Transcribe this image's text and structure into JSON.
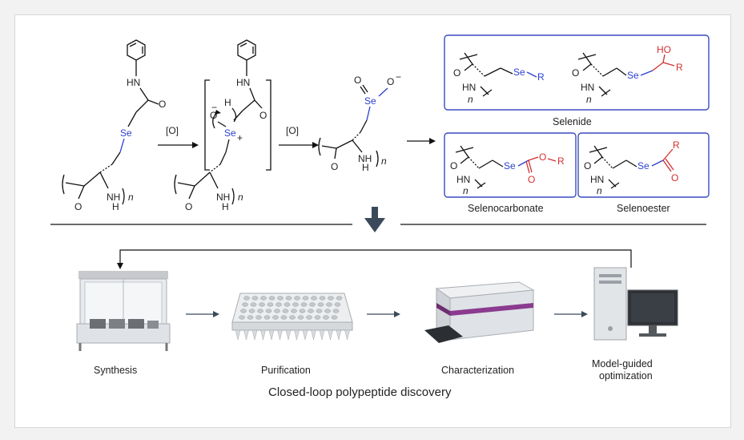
{
  "reagents": {
    "oxidant_1": "[O]",
    "oxidant_2": "[O]"
  },
  "atoms": {
    "se": "Se",
    "se_plus": "Se",
    "plus": "+",
    "hn": "HN",
    "nh": "NH",
    "h": "H",
    "n": "n",
    "o": "O",
    "o_minus": "O",
    "minus": "−",
    "r": "R",
    "ho": "HO"
  },
  "classes": {
    "selenide": "Selenide",
    "selenocarbonate": "Selenocarbonate",
    "selenoester": "Selenoester"
  },
  "workflow": {
    "steps": [
      {
        "label": "Synthesis"
      },
      {
        "label": "Purification"
      },
      {
        "label": "Characterization"
      },
      {
        "label": "Model-guided\noptimization"
      }
    ],
    "step4_line1": "Model-guided",
    "step4_line2": "optimization",
    "caption": "Closed-loop polypeptide discovery"
  },
  "colors": {
    "selenium": "#2a3fcf",
    "heteroatom": "#d32f2f",
    "box": "#3b4cc0",
    "accent": "#8a3b8f",
    "arrow": "#3a4a5a"
  }
}
